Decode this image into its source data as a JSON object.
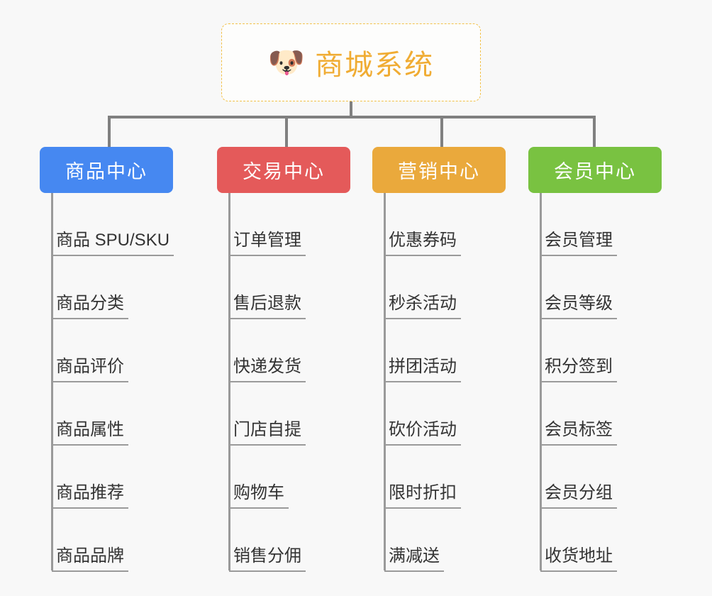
{
  "root": {
    "icon": "dog-face-emoji",
    "emoji": "🐶",
    "title": "商城系统",
    "border_color": "#f2c14a",
    "text_color": "#f0ac33"
  },
  "canvas": {
    "background": "#f8f8f8",
    "connector_color": "#808080",
    "leaf_line_color": "#9a9a9a",
    "leaf_text_color": "#333333"
  },
  "branches": [
    {
      "label": "商品中心",
      "color": "#4688f1",
      "leaves": [
        {
          "label": "商品 SPU/SKU"
        },
        {
          "label": "商品分类"
        },
        {
          "label": "商品评价"
        },
        {
          "label": "商品属性"
        },
        {
          "label": "商品推荐"
        },
        {
          "label": "商品品牌"
        }
      ]
    },
    {
      "label": "交易中心",
      "color": "#e45a5a",
      "leaves": [
        {
          "label": "订单管理"
        },
        {
          "label": "售后退款"
        },
        {
          "label": "快递发货"
        },
        {
          "label": "门店自提"
        },
        {
          "label": "购物车"
        },
        {
          "label": "销售分佣"
        }
      ]
    },
    {
      "label": "营销中心",
      "color": "#eaa93c",
      "leaves": [
        {
          "label": "优惠券码"
        },
        {
          "label": "秒杀活动"
        },
        {
          "label": "拼团活动"
        },
        {
          "label": "砍价活动"
        },
        {
          "label": "限时折扣"
        },
        {
          "label": "满减送"
        }
      ]
    },
    {
      "label": "会员中心",
      "color": "#79c241",
      "leaves": [
        {
          "label": "会员管理"
        },
        {
          "label": "会员等级"
        },
        {
          "label": "积分签到"
        },
        {
          "label": "会员标签"
        },
        {
          "label": "会员分组"
        },
        {
          "label": "收货地址"
        }
      ]
    }
  ]
}
